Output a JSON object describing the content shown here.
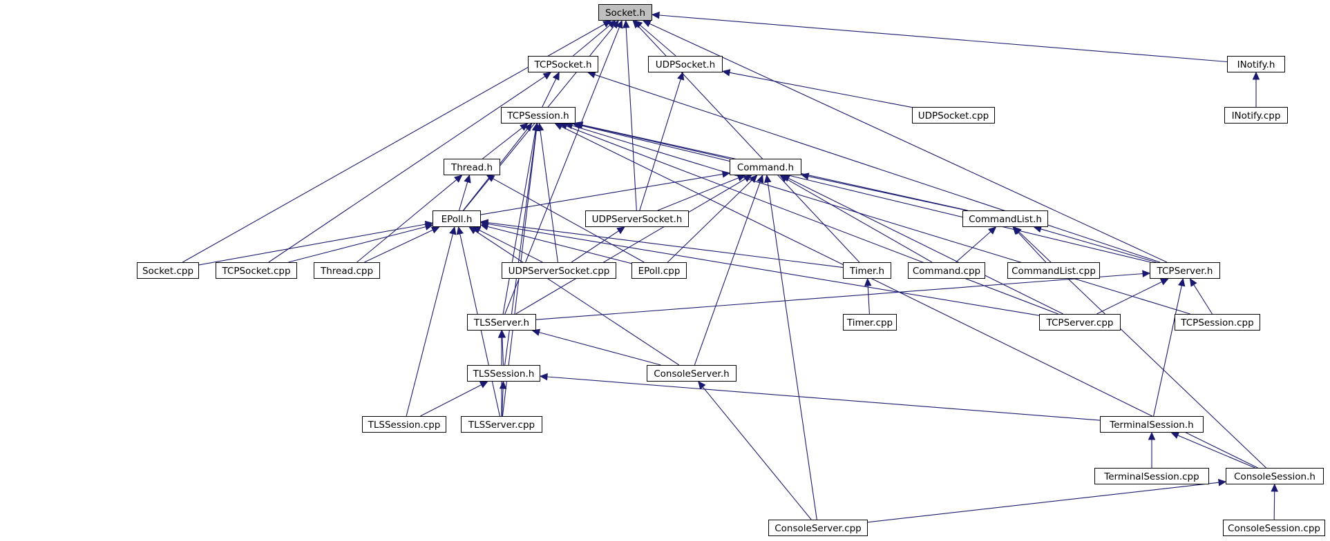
{
  "graph": {
    "root": "Socket.h",
    "edge_color": "#191970",
    "node_fill": "#ffffff",
    "root_fill": "#bfbfbf",
    "nodes": [
      {
        "id": "socket_h",
        "label": "Socket.h"
      },
      {
        "id": "tcpsocket_h",
        "label": "TCPSocket.h"
      },
      {
        "id": "udpsocket_h",
        "label": "UDPSocket.h"
      },
      {
        "id": "inotify_h",
        "label": "INotify.h"
      },
      {
        "id": "inotify_cpp",
        "label": "INotify.cpp"
      },
      {
        "id": "udpsocket_cpp",
        "label": "UDPSocket.cpp"
      },
      {
        "id": "tcpsession_h",
        "label": "TCPSession.h"
      },
      {
        "id": "thread_h",
        "label": "Thread.h"
      },
      {
        "id": "command_h",
        "label": "Command.h"
      },
      {
        "id": "epoll_h",
        "label": "EPoll.h"
      },
      {
        "id": "udpserversocket_h",
        "label": "UDPServerSocket.h"
      },
      {
        "id": "commandlist_h",
        "label": "CommandList.h"
      },
      {
        "id": "socket_cpp",
        "label": "Socket.cpp"
      },
      {
        "id": "tcpsocket_cpp",
        "label": "TCPSocket.cpp"
      },
      {
        "id": "thread_cpp",
        "label": "Thread.cpp"
      },
      {
        "id": "udpserversocket_cpp",
        "label": "UDPServerSocket.cpp"
      },
      {
        "id": "epoll_cpp",
        "label": "EPoll.cpp"
      },
      {
        "id": "timer_h",
        "label": "Timer.h"
      },
      {
        "id": "command_cpp",
        "label": "Command.cpp"
      },
      {
        "id": "commandlist_cpp",
        "label": "CommandList.cpp"
      },
      {
        "id": "tcpserver_h",
        "label": "TCPServer.h"
      },
      {
        "id": "tlsserver_h",
        "label": "TLSServer.h"
      },
      {
        "id": "timer_cpp",
        "label": "Timer.cpp"
      },
      {
        "id": "tcpserver_cpp",
        "label": "TCPServer.cpp"
      },
      {
        "id": "tcpsession_cpp",
        "label": "TCPSession.cpp"
      },
      {
        "id": "tlssession_h",
        "label": "TLSSession.h"
      },
      {
        "id": "consoleserver_h",
        "label": "ConsoleServer.h"
      },
      {
        "id": "tlssession_cpp",
        "label": "TLSSession.cpp"
      },
      {
        "id": "tlsserver_cpp",
        "label": "TLSServer.cpp"
      },
      {
        "id": "terminalsession_h",
        "label": "TerminalSession.h"
      },
      {
        "id": "terminalsession_cpp",
        "label": "TerminalSession.cpp"
      },
      {
        "id": "consolesession_h",
        "label": "ConsoleSession.h"
      },
      {
        "id": "consoleserver_cpp",
        "label": "ConsoleServer.cpp"
      },
      {
        "id": "consolesession_cpp",
        "label": "ConsoleSession.cpp"
      }
    ],
    "edges": [
      {
        "from": "tcpsocket_h",
        "to": "socket_h"
      },
      {
        "from": "udpsocket_h",
        "to": "socket_h"
      },
      {
        "from": "inotify_h",
        "to": "socket_h"
      },
      {
        "from": "socket_cpp",
        "to": "socket_h"
      },
      {
        "from": "tlsserver_h",
        "to": "socket_h"
      },
      {
        "from": "epoll_h",
        "to": "socket_h"
      },
      {
        "from": "udpserversocket_h",
        "to": "socket_h"
      },
      {
        "from": "timer_h",
        "to": "socket_h"
      },
      {
        "from": "tcpserver_h",
        "to": "socket_h"
      },
      {
        "from": "inotify_cpp",
        "to": "inotify_h"
      },
      {
        "from": "udpsocket_cpp",
        "to": "udpsocket_h"
      },
      {
        "from": "udpserversocket_h",
        "to": "udpsocket_h"
      },
      {
        "from": "tcpsession_h",
        "to": "tcpsocket_h"
      },
      {
        "from": "tcpsocket_cpp",
        "to": "tcpsocket_h"
      },
      {
        "from": "tcpserver_h",
        "to": "tcpsocket_h"
      },
      {
        "from": "thread_h",
        "to": "tcpsession_h"
      },
      {
        "from": "command_h",
        "to": "tcpsession_h"
      },
      {
        "from": "epoll_h",
        "to": "tcpsession_h"
      },
      {
        "from": "udpserversocket_cpp",
        "to": "tcpsession_h"
      },
      {
        "from": "commandlist_h",
        "to": "tcpsession_h"
      },
      {
        "from": "tcpserver_h",
        "to": "tcpsession_h"
      },
      {
        "from": "tcpserver_cpp",
        "to": "tcpsession_h"
      },
      {
        "from": "tcpsession_cpp",
        "to": "tcpsession_h"
      },
      {
        "from": "consolesession_h",
        "to": "tcpsession_h"
      },
      {
        "from": "tlsserver_h",
        "to": "tcpsession_h"
      },
      {
        "from": "tlssession_h",
        "to": "tcpsession_h"
      },
      {
        "from": "tlsserver_cpp",
        "to": "tcpsession_h"
      },
      {
        "from": "epoll_h",
        "to": "thread_h"
      },
      {
        "from": "thread_cpp",
        "to": "thread_h"
      },
      {
        "from": "epoll_cpp",
        "to": "thread_h"
      },
      {
        "from": "epoll_h",
        "to": "command_h"
      },
      {
        "from": "udpserversocket_h",
        "to": "command_h"
      },
      {
        "from": "commandlist_h",
        "to": "command_h"
      },
      {
        "from": "epoll_cpp",
        "to": "command_h"
      },
      {
        "from": "command_cpp",
        "to": "command_h"
      },
      {
        "from": "tlsserver_h",
        "to": "command_h"
      },
      {
        "from": "consoleserver_h",
        "to": "command_h"
      },
      {
        "from": "consoleserver_cpp",
        "to": "command_h"
      },
      {
        "from": "tcpserver_cpp",
        "to": "command_h"
      },
      {
        "from": "socket_cpp",
        "to": "epoll_h"
      },
      {
        "from": "tcpsocket_cpp",
        "to": "epoll_h"
      },
      {
        "from": "thread_cpp",
        "to": "epoll_h"
      },
      {
        "from": "udpserversocket_cpp",
        "to": "epoll_h"
      },
      {
        "from": "epoll_cpp",
        "to": "epoll_h"
      },
      {
        "from": "timer_h",
        "to": "epoll_h"
      },
      {
        "from": "tcpserver_cpp",
        "to": "epoll_h"
      },
      {
        "from": "consoleserver_h",
        "to": "epoll_h"
      },
      {
        "from": "tlssession_cpp",
        "to": "epoll_h"
      },
      {
        "from": "tlsserver_cpp",
        "to": "epoll_h"
      },
      {
        "from": "udpserversocket_cpp",
        "to": "udpserversocket_h"
      },
      {
        "from": "command_cpp",
        "to": "commandlist_h"
      },
      {
        "from": "commandlist_cpp",
        "to": "commandlist_h"
      },
      {
        "from": "tcpserver_h",
        "to": "commandlist_h"
      },
      {
        "from": "consolesession_h",
        "to": "commandlist_h"
      },
      {
        "from": "timer_cpp",
        "to": "timer_h"
      },
      {
        "from": "tlsserver_h",
        "to": "tcpserver_h"
      },
      {
        "from": "tcpserver_cpp",
        "to": "tcpserver_h"
      },
      {
        "from": "tcpsession_cpp",
        "to": "tcpserver_h"
      },
      {
        "from": "terminalsession_h",
        "to": "tcpserver_h"
      },
      {
        "from": "tlssession_h",
        "to": "tlsserver_h"
      },
      {
        "from": "consoleserver_h",
        "to": "tlsserver_h"
      },
      {
        "from": "tlsserver_cpp",
        "to": "tlsserver_h"
      },
      {
        "from": "tlssession_cpp",
        "to": "tlssession_h"
      },
      {
        "from": "tlsserver_cpp",
        "to": "tlssession_h"
      },
      {
        "from": "terminalsession_h",
        "to": "tlssession_h"
      },
      {
        "from": "consoleserver_cpp",
        "to": "consoleserver_h"
      },
      {
        "from": "terminalsession_cpp",
        "to": "terminalsession_h"
      },
      {
        "from": "consolesession_h",
        "to": "terminalsession_h"
      },
      {
        "from": "consolesession_cpp",
        "to": "consolesession_h"
      },
      {
        "from": "consoleserver_cpp",
        "to": "consolesession_h"
      }
    ]
  }
}
